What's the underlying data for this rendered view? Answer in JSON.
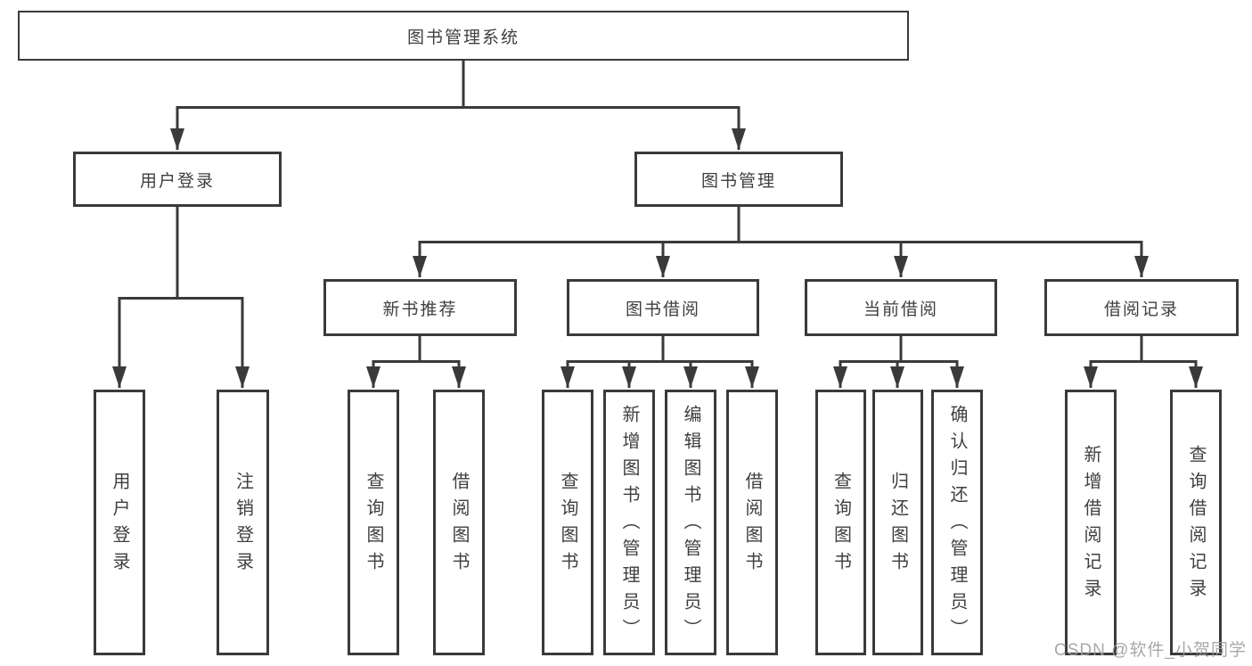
{
  "diagram": {
    "title": "图书管理系统",
    "watermark": "CSDN @软件_小贺同学",
    "colors": {
      "line": "#3a3a3a",
      "text": "#3f3f3f",
      "watermark": "#9e9e9e",
      "background": "#ffffff"
    },
    "nodes": {
      "root": {
        "label": "图书管理系统"
      },
      "user_login": {
        "label": "用户登录"
      },
      "book_mgmt": {
        "label": "图书管理"
      },
      "login": {
        "label": "用户登录"
      },
      "logout": {
        "label": "注销登录"
      },
      "new_book_rec": {
        "label": "新书推荐"
      },
      "book_borrow": {
        "label": "图书借阅"
      },
      "current_borrow": {
        "label": "当前借阅"
      },
      "borrow_records": {
        "label": "借阅记录"
      },
      "rec_query": {
        "label": "查询图书"
      },
      "rec_borrow": {
        "label": "借阅图书"
      },
      "bb_query": {
        "label": "查询图书"
      },
      "bb_add": {
        "label": "新增图书（管理员）"
      },
      "bb_edit": {
        "label": "编辑图书（管理员）"
      },
      "bb_borrow": {
        "label": "借阅图书"
      },
      "cb_query": {
        "label": "查询图书"
      },
      "cb_return": {
        "label": "归还图书"
      },
      "cb_confirm": {
        "label": "确认归还（管理员）"
      },
      "br_add": {
        "label": "新增借阅记录"
      },
      "br_query": {
        "label": "查询借阅记录"
      }
    },
    "structure": {
      "图书管理系统": {
        "用户登录": [
          "用户登录",
          "注销登录"
        ],
        "图书管理": {
          "新书推荐": [
            "查询图书",
            "借阅图书"
          ],
          "图书借阅": [
            "查询图书",
            "新增图书（管理员）",
            "编辑图书（管理员）",
            "借阅图书"
          ],
          "当前借阅": [
            "查询图书",
            "归还图书",
            "确认归还（管理员）"
          ],
          "借阅记录": [
            "新增借阅记录",
            "查询借阅记录"
          ]
        }
      }
    }
  }
}
